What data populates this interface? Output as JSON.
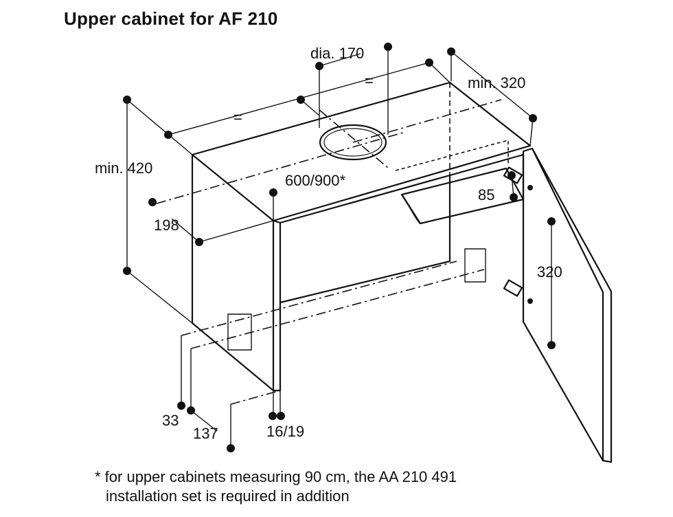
{
  "title": "Upper cabinet for AF 210",
  "dimensions": {
    "dia": "dia. 170",
    "min320": "min. 320",
    "eq1": "=",
    "eq2": "=",
    "min420": "min. 420",
    "width": "600/900*",
    "d198": "198",
    "d85": "85",
    "d320": "320",
    "d33": "33",
    "d137": "137",
    "d16_19": "16/19"
  },
  "footnote": {
    "line1": "* for upper cabinets measuring 90 cm, the AA 210 491",
    "line2": "installation set is required in addition"
  }
}
